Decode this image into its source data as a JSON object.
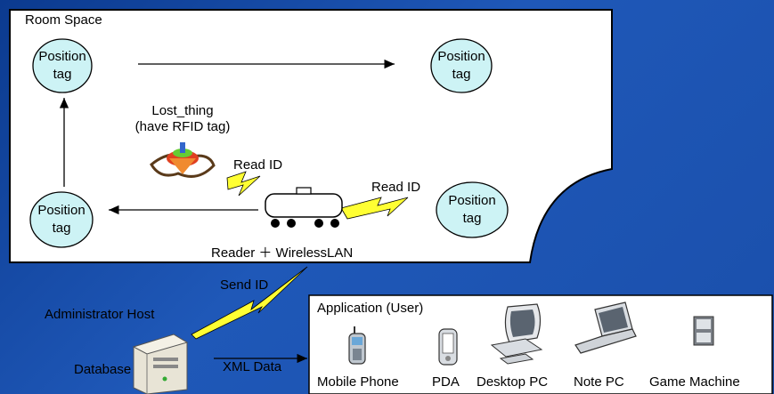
{
  "room": {
    "title": "Room Space"
  },
  "tags": {
    "top_left": [
      "Position",
      "tag"
    ],
    "top_right": [
      "Position",
      "tag"
    ],
    "bottom_left": [
      "Position",
      "tag"
    ],
    "bottom_right": [
      "Position",
      "tag"
    ]
  },
  "lost_thing": {
    "line1": "Lost_thing",
    "line2": "(have RFID tag)"
  },
  "links": {
    "read_id_left": "Read ID",
    "read_id_right": "Read ID",
    "send_id": "Send ID",
    "xml_data": "XML Data"
  },
  "reader": {
    "label": "Reader ＋ WirelessLAN"
  },
  "host": {
    "admin_label": "Administrator Host",
    "database_label": "Database"
  },
  "application": {
    "title": "Application (User)",
    "devices": [
      "Mobile Phone",
      "PDA",
      "Desktop PC",
      "Note PC",
      "Game Machine"
    ]
  },
  "colors": {
    "tag_fill": "#cdf3f5",
    "lightning": "#ffff33",
    "background": "#1f58b8",
    "panel": "#ffffff"
  }
}
